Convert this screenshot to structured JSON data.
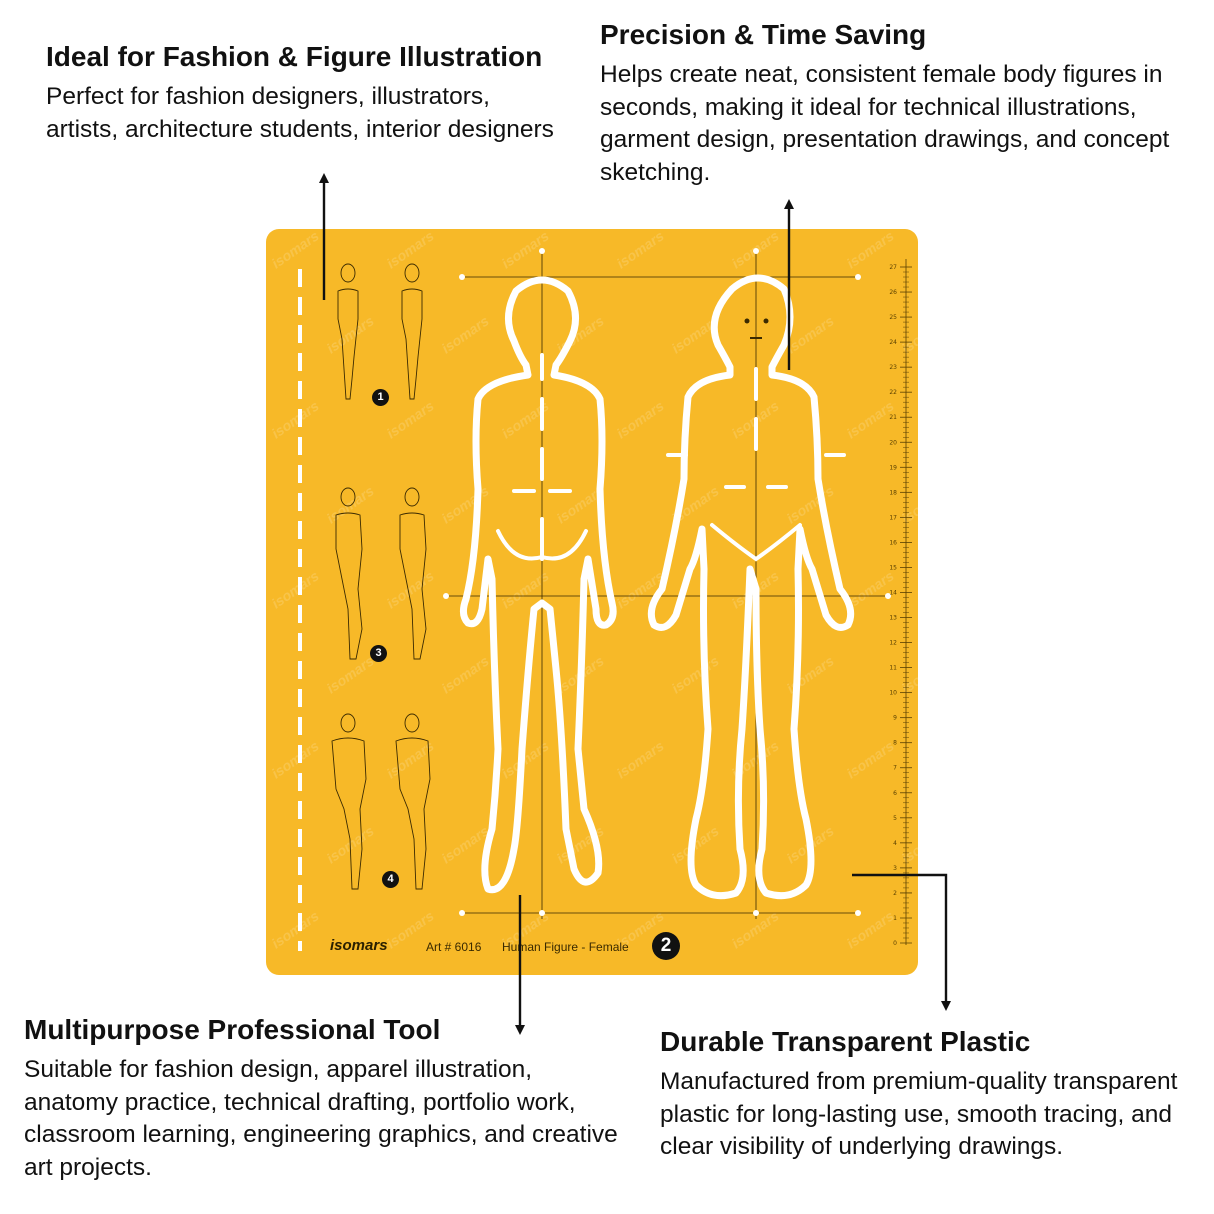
{
  "features": {
    "fashion": {
      "title": "Ideal for Fashion & Figure Illustration",
      "text": "Perfect for fashion designers, illustrators, artists, architecture students, interior designers"
    },
    "precision": {
      "title": "Precision & Time Saving",
      "text": "Helps create neat, consistent female body figures in seconds, making it ideal for technical illustrations, garment design, presentation drawings, and concept sketching."
    },
    "multipurpose": {
      "title": "Multipurpose Professional Tool",
      "text": "Suitable for fashion design, apparel illustration, anatomy practice, technical drafting, portfolio work, classroom learning, engineering graphics, and creative art projects."
    },
    "durable": {
      "title": "Durable Transparent Plastic",
      "text": "Manufactured from premium-quality transparent plastic for long-lasting use, smooth tracing, and clear visibility of underlying drawings."
    }
  },
  "stencil": {
    "brand": "isomars",
    "art_number": "Art # 6016",
    "title": "Human Figure - Female",
    "number": "2",
    "pose_numbers": [
      "1",
      "3",
      "4"
    ],
    "watermark": "isomars",
    "ruler_labels": [
      "0",
      "1",
      "2",
      "3",
      "4",
      "5",
      "6",
      "7",
      "8",
      "9",
      "10",
      "11",
      "12",
      "13",
      "14",
      "15",
      "16",
      "17",
      "18",
      "19",
      "20",
      "21",
      "22",
      "23",
      "24",
      "25",
      "26",
      "27"
    ],
    "color": "#f7b928"
  }
}
